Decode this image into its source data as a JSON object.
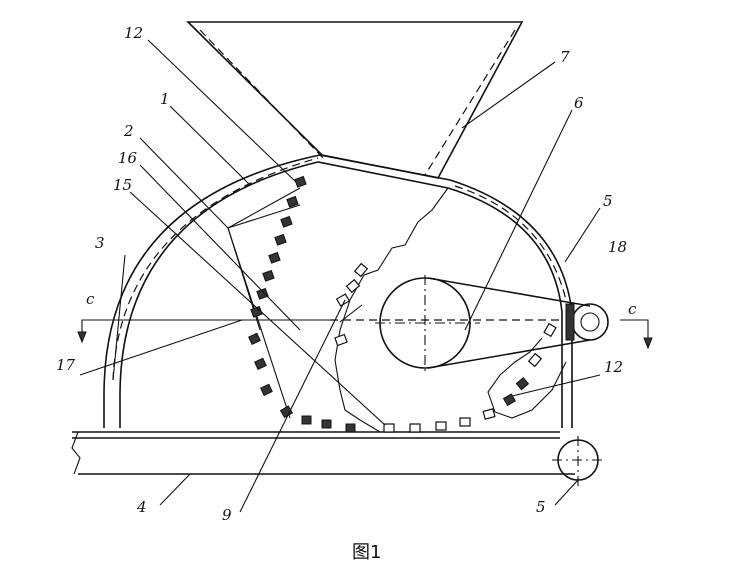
{
  "labels": {
    "l12_top": "12",
    "l7": "7",
    "l1": "1",
    "l6": "6",
    "l2": "2",
    "l16": "16",
    "l15": "15",
    "l5_top": "5",
    "l3": "3",
    "l18": "18",
    "lc_left": "c",
    "lc_right": "c",
    "l17": "17",
    "l12_right": "12",
    "l4": "4",
    "l9": "9",
    "l5_bottom": "5"
  },
  "caption": "图1"
}
